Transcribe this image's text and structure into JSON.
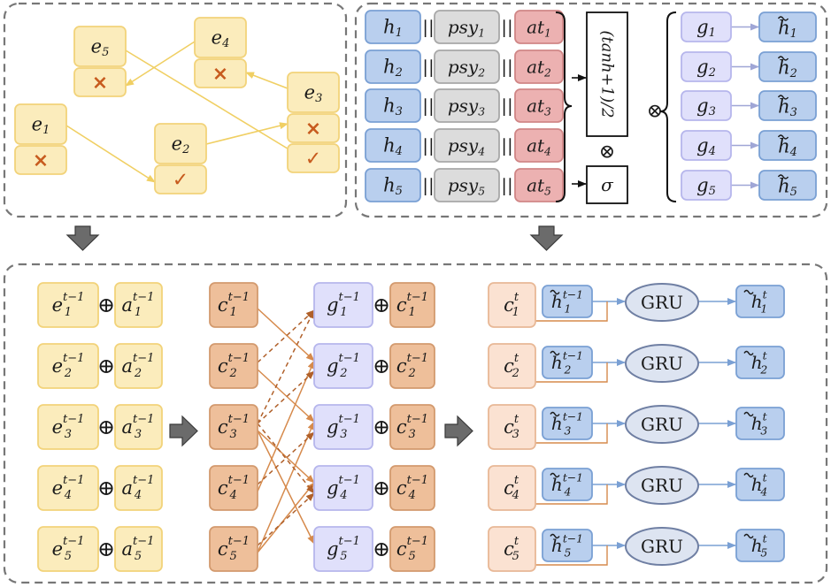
{
  "events": [
    {
      "base": "e",
      "sub": "1",
      "mark": "cross"
    },
    {
      "base": "e",
      "sub": "2",
      "mark": "check"
    },
    {
      "base": "e",
      "sub": "3",
      "mark": "cross-check"
    },
    {
      "base": "e",
      "sub": "4",
      "mark": "cross"
    },
    {
      "base": "e",
      "sub": "5",
      "mark": "cross"
    }
  ],
  "marks": {
    "cross": "×",
    "check": "✓"
  },
  "rows": [
    "1",
    "2",
    "3",
    "4",
    "5"
  ],
  "labels": {
    "h": "h",
    "psy": "psy",
    "at": "at",
    "g": "g",
    "e": "e",
    "a": "a",
    "c": "c",
    "concat": "||",
    "sup_prev": "t−1",
    "sup_cur": "t",
    "oplus": "⊕",
    "otimes": "⊗",
    "tanh_gate": "(tanh+1)/2",
    "sigma": "σ",
    "gru": "GRU"
  },
  "colors": {
    "yellow_fill": "#fbecbc",
    "yellow_stroke": "#f2d37a",
    "blue_fill": "#b9cfee",
    "blue_stroke": "#7aa0d4",
    "gray_fill": "#dcdcdc",
    "gray_stroke": "#a8a8a8",
    "red_fill": "#ecb1b1",
    "red_stroke": "#d08686",
    "lav_fill": "#e0e0fb",
    "lav_stroke": "#b6b6ec",
    "orange_fill": "#eebf9a",
    "orange_stroke": "#d39a6e",
    "peach_fill": "#fbe2d2",
    "peach_stroke": "#e8b896",
    "gru_fill": "#dde4f1",
    "gru_stroke": "#6f7fa3",
    "mark": "#c75b1e",
    "arrow_yellow": "#f0cf63",
    "arrow_orange": "#d68a4c",
    "arrow_dark": "#b0602a",
    "panel_border": "#777777"
  }
}
